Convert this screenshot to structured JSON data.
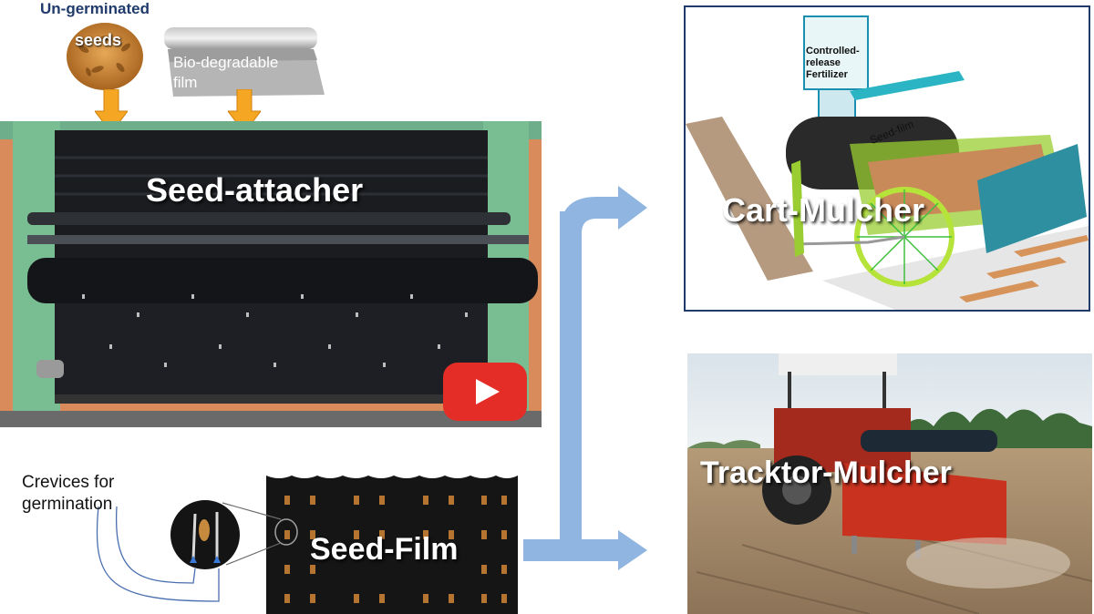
{
  "inputs": {
    "ungerminated": "Un-germinated",
    "seeds": "seeds",
    "film_line1": "Bio-degradable",
    "film_line2": "film"
  },
  "panels": {
    "seed_attacher": "Seed-attacher",
    "seed_film": "Seed-Film",
    "cart_mulcher": "Cart-Mulcher",
    "tractor_mulcher": "Tracktor-Mulcher"
  },
  "cart": {
    "hopper_line1": "Controlled-",
    "hopper_line2": "release",
    "hopper_line3": "Fertilizer",
    "seed_film_tag": "Seed-film"
  },
  "callout": {
    "line1": "Crevices for",
    "line2": "germination"
  },
  "colors": {
    "arrow_blue": "#8fb5e0",
    "arrow_orange": "#f5a623",
    "title_blue": "#1f3a6b",
    "frame_blue": "#1f3a6b",
    "youtube_red": "#e52d27"
  }
}
